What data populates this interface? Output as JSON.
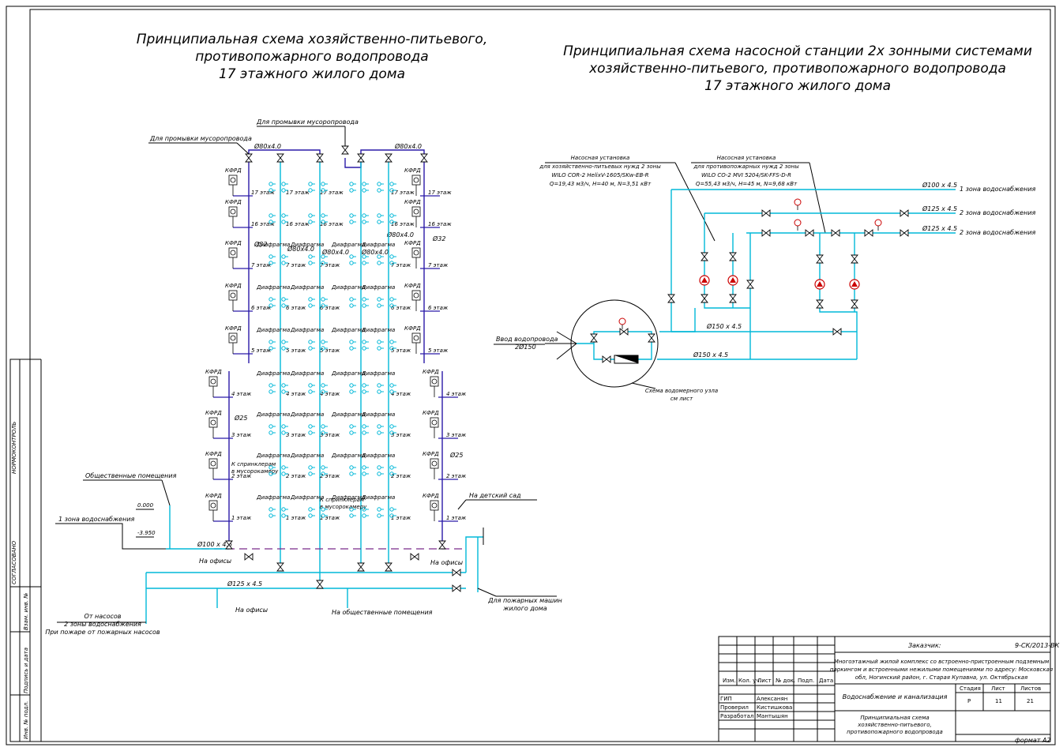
{
  "titles": {
    "left": [
      "Принципиальная схема хозяйственно-питьевого,",
      "противопожарного водопровода",
      "17 этажного жилого дома"
    ],
    "right": [
      "Принципиальная схема насосной станции 2х зонными системами",
      "хозяйственно-питьевого, противопожарного водопровода",
      "17 этажного жилого дома"
    ]
  },
  "left_scheme": {
    "flush_left": "Для промывки мусоропровода",
    "flush_top": "Для промывки мусоропровода",
    "pipe_top_left": "Ø80х4.0",
    "pipe_top_right": "Ø80х4.0",
    "pipe_mid_1": "Ø80х4.0",
    "pipe_mid_2": "Ø80х4.0",
    "pipe_mid_3": "Ø80х4.0",
    "pipe_mid_4": "Ø80х4.0",
    "d32_left": "Ø32",
    "d32_right": "Ø32",
    "d25_left": "Ø25",
    "d25_right": "Ø25",
    "kfrd": "КФРД",
    "floors": [
      "17 этаж",
      "16 этаж",
      "7 этаж",
      "6 этаж",
      "5 этаж",
      "4 этаж",
      "3 этаж",
      "2 этаж",
      "1 этаж"
    ],
    "diaphragm": "Диафрагма",
    "sprinkler": [
      "К спринклерам",
      "в мусорокамеру"
    ],
    "public_rooms": "Общественные помещения",
    "elev_0": "0.000",
    "elev_m": "-3.950",
    "zone1": "1 зона водоснабжения",
    "d100": "Ø100 х 4.5",
    "d125": "Ø125 х 4.5",
    "to_offices": "На офисы",
    "to_offices2": "На офисы",
    "to_offices3": "На офисы",
    "to_public": "На общественные помещения",
    "from_pumps": [
      "От насосов",
      "2 зоны водоснабжения",
      "При пожаре от пожарных насосов"
    ],
    "kindergarten": "На детский сад",
    "fire_trucks": [
      "Для пожарных машин",
      "жилого дома"
    ]
  },
  "right_scheme": {
    "pump1": [
      "Насосная установка",
      "для хозяйственно-питьевых нужд 2 зоны",
      "WILO COR-2 HelixV-1605/SKw-EB-R",
      "Q=19,43 м3/ч, H=40 м, N=3,51 кВт"
    ],
    "pump2": [
      "Насосная установка",
      "для противопожарных нужд 2 зоны",
      "WILO CO-2 MVI 5204/SK-FFS-D-R",
      "Q=55,43 м3/ч, H=45 м, N=9,68 кВт"
    ],
    "out1": "Ø100 х 4.5",
    "out1_label": "1 зона водоснабжения",
    "out2": "Ø125 х 4.5",
    "out2_label": "2 зона водоснабжения",
    "out3": "Ø125 х 4.5",
    "out3_label": "2 зона водоснабжения",
    "inlet": [
      "Ввод водопровода",
      "2Ø150"
    ],
    "d150a": "Ø150 х 4.5",
    "d150b": "Ø150 х 4.5",
    "meter_note": [
      "Схема водомерного узла",
      "см лист"
    ]
  },
  "side_stamps": {
    "normocontrol": "НОРМОКОНТРОЛЬ",
    "agreed": "СОГЛАСОВАНО",
    "inv1": "Взам. инв. №",
    "sign": "Подпись и дата",
    "inv2": "Инв. № подл."
  },
  "title_block": {
    "customer_label": "Заказчик:",
    "code": "9-СК/2013-ВК",
    "project": [
      "Многоэтажный жилой комплекс со встроенно-пристроенным подземным",
      "паркингом и встроенными нежилыми помещениями по адресу: Московская",
      "обл, Ногинский район, г. Старая Купавна, ул. Октябрьская"
    ],
    "cols": [
      "Изм.",
      "Кол. уч.",
      "Лист",
      "№ док.",
      "Подп.",
      "Дата"
    ],
    "roles": [
      "ГИП",
      "Проверил",
      "Разработал"
    ],
    "names": [
      "Алексанян",
      "Кистишкова",
      "Мантышян"
    ],
    "section": "Водоснабжение и канализация",
    "stage_h": "Стадия",
    "sheet_h": "Лист",
    "sheets_h": "Листов",
    "stage": "Р",
    "sheet": "11",
    "sheets": "21",
    "drawing": [
      "Принципиальная схема",
      "хозяйственно-питьевого,",
      "противопожарного водопровода"
    ],
    "format": "формат А2"
  }
}
